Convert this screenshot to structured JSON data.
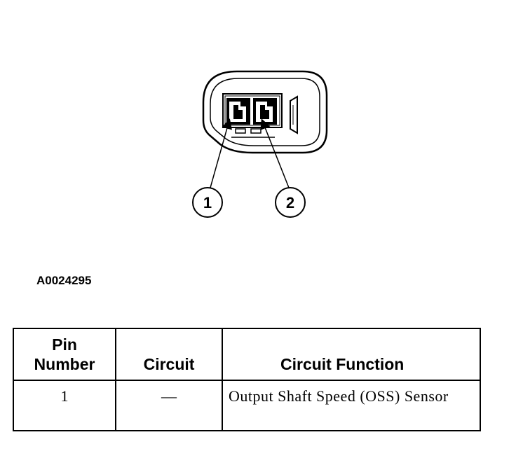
{
  "diagram": {
    "callouts": [
      {
        "label": "1"
      },
      {
        "label": "2"
      }
    ],
    "figure_id": "A0024295"
  },
  "table": {
    "headers": {
      "pin_line1": "Pin",
      "pin_line2": "Number",
      "circuit": "Circuit",
      "function": "Circuit Function"
    },
    "rows": [
      {
        "pin": "1",
        "circuit": "—",
        "function": "Output Shaft Speed (OSS) Sensor"
      }
    ]
  }
}
